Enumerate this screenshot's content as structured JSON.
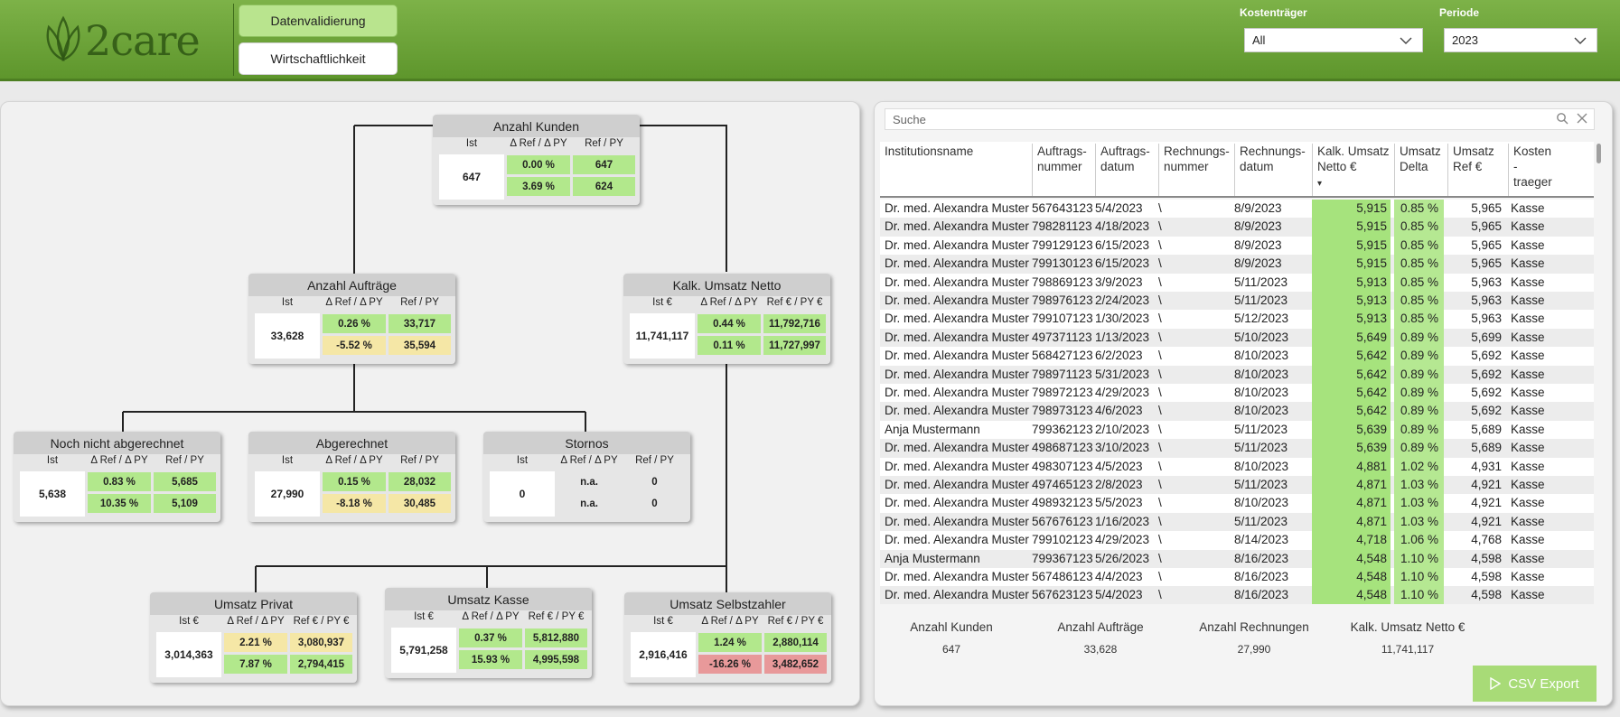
{
  "header": {
    "logo_text": "2care",
    "nav": [
      {
        "label": "Datenvalidierung",
        "active": true
      },
      {
        "label": "Wirtschaftlichkeit",
        "active": false
      }
    ],
    "filters": [
      {
        "label": "Kostenträger",
        "value": "All"
      },
      {
        "label": "Periode",
        "value": "2023"
      }
    ]
  },
  "kpis": {
    "kunden": {
      "title": "Anzahl Kunden",
      "headers": [
        "Ist",
        "Δ Ref / Δ PY",
        "Ref / PY"
      ],
      "ist": "647",
      "delta": [
        "0.00 %",
        "3.69 %"
      ],
      "ref": [
        "647",
        "624"
      ],
      "delta_colors": [
        "green",
        "green"
      ],
      "ref_colors": [
        "green",
        "green"
      ]
    },
    "auftraege": {
      "title": "Anzahl Aufträge",
      "headers": [
        "Ist",
        "Δ Ref / Δ PY",
        "Ref / PY"
      ],
      "ist": "33,628",
      "delta": [
        "0.26 %",
        "-5.52 %"
      ],
      "ref": [
        "33,717",
        "35,594"
      ],
      "delta_colors": [
        "green",
        "yellow"
      ],
      "ref_colors": [
        "green",
        "yellow"
      ]
    },
    "umsatz_netto": {
      "title": "Kalk. Umsatz Netto",
      "headers": [
        "Ist €",
        "Δ Ref / Δ PY",
        "Ref € / PY €"
      ],
      "ist": "11,741,117",
      "delta": [
        "0.44 %",
        "0.11 %"
      ],
      "ref": [
        "11,792,716",
        "11,727,997"
      ],
      "delta_colors": [
        "green",
        "green"
      ],
      "ref_colors": [
        "green",
        "green"
      ]
    },
    "noch_nicht": {
      "title": "Noch nicht abgerechnet",
      "headers": [
        "Ist",
        "Δ Ref / Δ PY",
        "Ref / PY"
      ],
      "ist": "5,638",
      "delta": [
        "0.83 %",
        "10.35 %"
      ],
      "ref": [
        "5,685",
        "5,109"
      ],
      "delta_colors": [
        "green",
        "green"
      ],
      "ref_colors": [
        "green",
        "green"
      ]
    },
    "abgerechnet": {
      "title": "Abgerechnet",
      "headers": [
        "Ist",
        "Δ Ref / Δ PY",
        "Ref / PY"
      ],
      "ist": "27,990",
      "delta": [
        "0.15 %",
        "-8.18 %"
      ],
      "ref": [
        "28,032",
        "30,485"
      ],
      "delta_colors": [
        "green",
        "yellow"
      ],
      "ref_colors": [
        "green",
        "yellow"
      ]
    },
    "stornos": {
      "title": "Stornos",
      "headers": [
        "Ist",
        "Δ Ref / Δ PY",
        "Ref / PY"
      ],
      "ist": "0",
      "delta": [
        "n.a.",
        "n.a."
      ],
      "ref": [
        "0",
        "0"
      ],
      "delta_colors": [
        "none",
        "none"
      ],
      "ref_colors": [
        "none",
        "none"
      ]
    },
    "privat": {
      "title": "Umsatz Privat",
      "headers": [
        "Ist €",
        "Δ Ref / Δ PY",
        "Ref € / PY €"
      ],
      "ist": "3,014,363",
      "delta": [
        "2.21 %",
        "7.87 %"
      ],
      "ref": [
        "3,080,937",
        "2,794,415"
      ],
      "delta_colors": [
        "yellow",
        "green"
      ],
      "ref_colors": [
        "yellow",
        "green"
      ]
    },
    "kasse": {
      "title": "Umsatz Kasse",
      "headers": [
        "Ist €",
        "Δ Ref / Δ PY",
        "Ref € / PY €"
      ],
      "ist": "5,791,258",
      "delta": [
        "0.37 %",
        "15.93 %"
      ],
      "ref": [
        "5,812,880",
        "4,995,598"
      ],
      "delta_colors": [
        "green",
        "green"
      ],
      "ref_colors": [
        "green",
        "green"
      ]
    },
    "selbstzahler": {
      "title": "Umsatz Selbstzahler",
      "headers": [
        "Ist €",
        "Δ Ref / Δ PY",
        "Ref € / PY €"
      ],
      "ist": "2,916,416",
      "delta": [
        "1.24 %",
        "-16.26 %"
      ],
      "ref": [
        "2,880,114",
        "3,482,652"
      ],
      "delta_colors": [
        "green",
        "red"
      ],
      "ref_colors": [
        "green",
        "red"
      ]
    }
  },
  "table": {
    "search_placeholder": "Suche",
    "columns": [
      "Institutionsname",
      "Auftrags-\nnummer",
      "Auftrags-\ndatum",
      "Rechnungs-\nnummer",
      "Rechnungs-\ndatum",
      "Kalk. Umsatz\nNetto €",
      "Umsatz\nDelta",
      "Umsatz\nRef €",
      "Kosten\n-\ntraeger"
    ],
    "sort_indicator": "▾",
    "rows": [
      [
        "Dr. med. Alexandra Muster...",
        "567643123",
        "5/4/2023",
        "\\",
        "8/9/2023",
        "5,915",
        "0.85 %",
        "5,965",
        "Kasse"
      ],
      [
        "Dr. med. Alexandra Muster...",
        "798281123",
        "4/18/2023",
        "\\",
        "8/9/2023",
        "5,915",
        "0.85 %",
        "5,965",
        "Kasse"
      ],
      [
        "Dr. med. Alexandra Muster...",
        "799129123",
        "6/15/2023",
        "\\",
        "8/9/2023",
        "5,915",
        "0.85 %",
        "5,965",
        "Kasse"
      ],
      [
        "Dr. med. Alexandra Muster...",
        "799130123",
        "6/15/2023",
        "\\",
        "8/9/2023",
        "5,915",
        "0.85 %",
        "5,965",
        "Kasse"
      ],
      [
        "Dr. med. Alexandra Muster...",
        "798869123",
        "3/9/2023",
        "\\",
        "5/11/2023",
        "5,913",
        "0.85 %",
        "5,963",
        "Kasse"
      ],
      [
        "Dr. med. Alexandra Muster...",
        "798976123",
        "2/24/2023",
        "\\",
        "5/11/2023",
        "5,913",
        "0.85 %",
        "5,963",
        "Kasse"
      ],
      [
        "Dr. med. Alexandra Muster...",
        "799107123",
        "1/30/2023",
        "\\",
        "5/12/2023",
        "5,913",
        "0.85 %",
        "5,963",
        "Kasse"
      ],
      [
        "Dr. med. Alexandra Muster...",
        "497371123",
        "1/13/2023",
        "\\",
        "5/10/2023",
        "5,649",
        "0.89 %",
        "5,699",
        "Kasse"
      ],
      [
        "Dr. med. Alexandra Muster...",
        "568427123",
        "6/2/2023",
        "\\",
        "8/10/2023",
        "5,642",
        "0.89 %",
        "5,692",
        "Kasse"
      ],
      [
        "Dr. med. Alexandra Muster...",
        "798971123",
        "5/31/2023",
        "\\",
        "8/10/2023",
        "5,642",
        "0.89 %",
        "5,692",
        "Kasse"
      ],
      [
        "Dr. med. Alexandra Muster...",
        "798972123",
        "4/29/2023",
        "\\",
        "8/10/2023",
        "5,642",
        "0.89 %",
        "5,692",
        "Kasse"
      ],
      [
        "Dr. med. Alexandra Muster...",
        "798973123",
        "4/6/2023",
        "\\",
        "8/10/2023",
        "5,642",
        "0.89 %",
        "5,692",
        "Kasse"
      ],
      [
        "Anja Mustermann",
        "799362123",
        "2/10/2023",
        "\\",
        "5/11/2023",
        "5,639",
        "0.89 %",
        "5,689",
        "Kasse"
      ],
      [
        "Dr. med. Alexandra Muster...",
        "498687123",
        "3/10/2023",
        "\\",
        "5/11/2023",
        "5,639",
        "0.89 %",
        "5,689",
        "Kasse"
      ],
      [
        "Dr. med. Alexandra Muster...",
        "498307123",
        "4/5/2023",
        "\\",
        "8/10/2023",
        "4,881",
        "1.02 %",
        "4,931",
        "Kasse"
      ],
      [
        "Dr. med. Alexandra Muster...",
        "497465123",
        "2/8/2023",
        "\\",
        "5/11/2023",
        "4,871",
        "1.03 %",
        "4,921",
        "Kasse"
      ],
      [
        "Dr. med. Alexandra Muster...",
        "498932123",
        "5/5/2023",
        "\\",
        "8/10/2023",
        "4,871",
        "1.03 %",
        "4,921",
        "Kasse"
      ],
      [
        "Dr. med. Alexandra Muster...",
        "567676123",
        "1/16/2023",
        "\\",
        "5/11/2023",
        "4,871",
        "1.03 %",
        "4,921",
        "Kasse"
      ],
      [
        "Dr. med. Alexandra Muster...",
        "799102123",
        "4/29/2023",
        "\\",
        "8/14/2023",
        "4,718",
        "1.06 %",
        "4,768",
        "Kasse"
      ],
      [
        "Anja Mustermann",
        "799367123",
        "5/26/2023",
        "\\",
        "8/16/2023",
        "4,548",
        "1.10 %",
        "4,598",
        "Kasse"
      ],
      [
        "Dr. med. Alexandra Muster...",
        "567486123",
        "4/4/2023",
        "\\",
        "8/16/2023",
        "4,548",
        "1.10 %",
        "4,598",
        "Kasse"
      ],
      [
        "Dr. med. Alexandra Muster...",
        "567623123",
        "5/4/2023",
        "\\",
        "8/16/2023",
        "4,548",
        "1.10 %",
        "4,598",
        "Kasse"
      ]
    ]
  },
  "summary": [
    {
      "label": "Anzahl Kunden",
      "value": "647"
    },
    {
      "label": "Anzahl Aufträge",
      "value": "33,628"
    },
    {
      "label": "Anzahl Rechnungen",
      "value": "27,990"
    },
    {
      "label": "Kalk. Umsatz Netto €",
      "value": "11,741,117"
    }
  ],
  "csv_button": {
    "label": "CSV Export"
  },
  "colors": {
    "green": "#b2e88c",
    "yellow": "#f5e7a6",
    "red": "#e8999a",
    "header_green": "#6aa337"
  }
}
